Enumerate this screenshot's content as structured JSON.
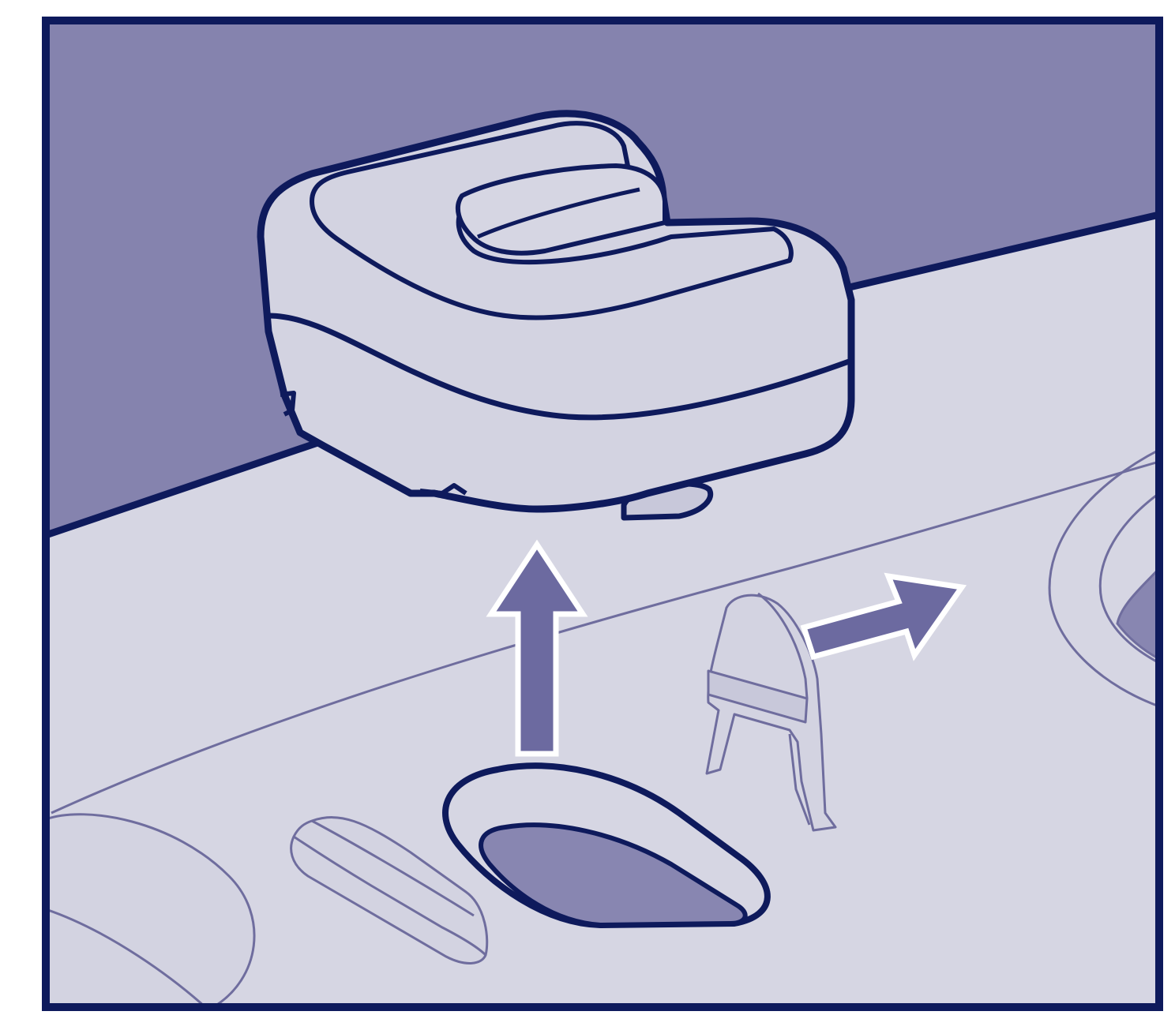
{
  "figure": {
    "kind": "instruction-illustration",
    "text_labels": [],
    "colors": {
      "outline": "#0E1A5C",
      "background": "#8583AE",
      "surface": "#D6D6E3",
      "cap": "#D3D3E1",
      "recess": "#8886B1",
      "arrow": "#6C6AA0",
      "arrow_border": "#FFFFFF",
      "thin_line": "#6F6D9E",
      "frame_outer": "#FFFFFF"
    },
    "elements": [
      {
        "name": "protective-cap",
        "icon": "cap-icon"
      },
      {
        "name": "lift-up-arrow",
        "icon": "arrow-up-icon"
      },
      {
        "name": "oval-slot",
        "icon": "slot-icon"
      },
      {
        "name": "release-tab",
        "icon": "tab-icon"
      },
      {
        "name": "push-right-arrow",
        "icon": "arrow-right-icon"
      },
      {
        "name": "ridge-bump",
        "icon": "ridge-icon"
      },
      {
        "name": "left-dome",
        "icon": "dome-icon"
      },
      {
        "name": "right-dial",
        "icon": "dial-icon"
      }
    ]
  }
}
